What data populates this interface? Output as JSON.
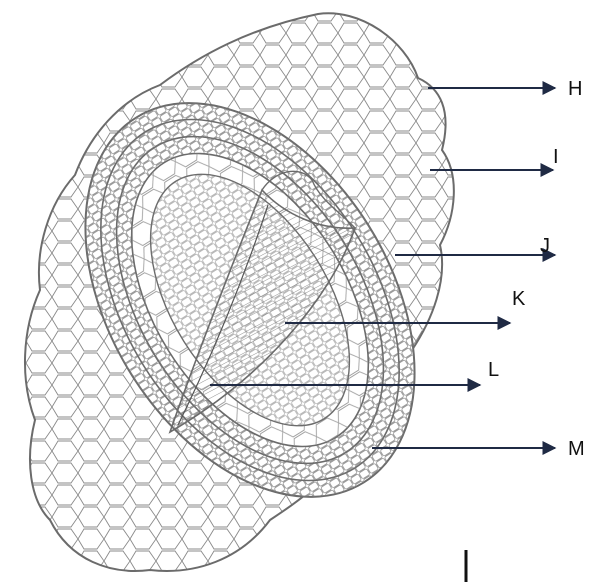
{
  "diagram": {
    "labels": {
      "h": "H",
      "i": "I",
      "j": "J",
      "k": "K",
      "l": "L",
      "m": "M"
    },
    "colors": {
      "line": "#6b6b6b",
      "arrow": "#1f2a44",
      "text": "#111111"
    }
  }
}
